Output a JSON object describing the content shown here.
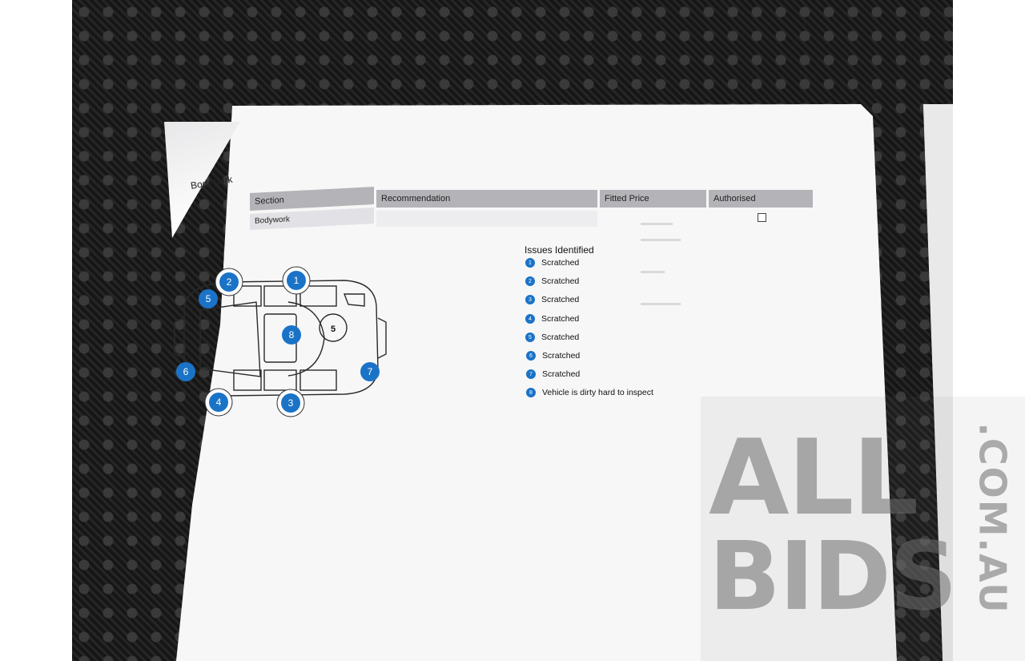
{
  "document": {
    "section_title": "Bodywork",
    "table": {
      "headers": [
        "Section",
        "Recommendation",
        "Fitted Price",
        "Authorised"
      ],
      "row": {
        "section": "Bodywork",
        "recommendation": "",
        "fitted_price": "",
        "authorised": false
      }
    },
    "issues_title": "Issues Identified",
    "issues": [
      {
        "number": "1",
        "text": "Scratched"
      },
      {
        "number": "2",
        "text": "Scratched"
      },
      {
        "number": "3",
        "text": "Scratched"
      },
      {
        "number": "4",
        "text": "Scratched"
      },
      {
        "number": "5",
        "text": "Scratched"
      },
      {
        "number": "6",
        "text": "Scratched"
      },
      {
        "number": "7",
        "text": "Scratched"
      },
      {
        "number": "8",
        "text": "Vehicle is dirty hard to inspect"
      }
    ],
    "diagram_markers": [
      "1",
      "2",
      "3",
      "4",
      "5",
      "6",
      "7",
      "8"
    ],
    "spare_wheel_label": "5"
  },
  "watermark": {
    "line1": "ALL",
    "line2": "BIDS",
    "suffix": ".COM.AU"
  },
  "colors": {
    "marker_blue": "#1a73c7",
    "table_header": "#b4b4b8",
    "backdrop": "#1c1c1c"
  }
}
